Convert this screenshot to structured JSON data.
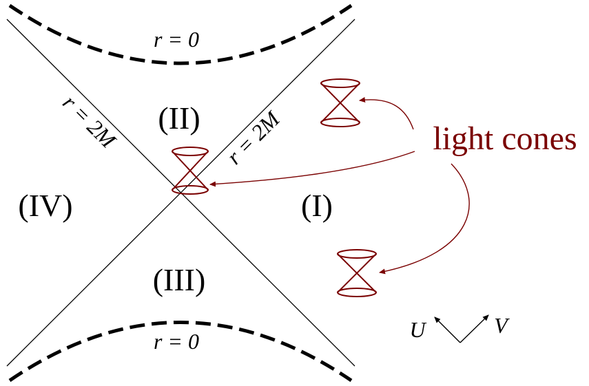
{
  "labels": {
    "singularity_top": "r = 0",
    "singularity_bottom": "r = 0",
    "horizon_left": "r = 2M",
    "horizon_right": "r = 2M",
    "region_1": "(I)",
    "region_2": "(II)",
    "region_3": "(III)",
    "region_4": "(IV)",
    "light_cones": "light cones",
    "axis_u": "U",
    "axis_v": "V"
  },
  "colors": {
    "ink": "#000000",
    "accent": "#7a0000"
  }
}
